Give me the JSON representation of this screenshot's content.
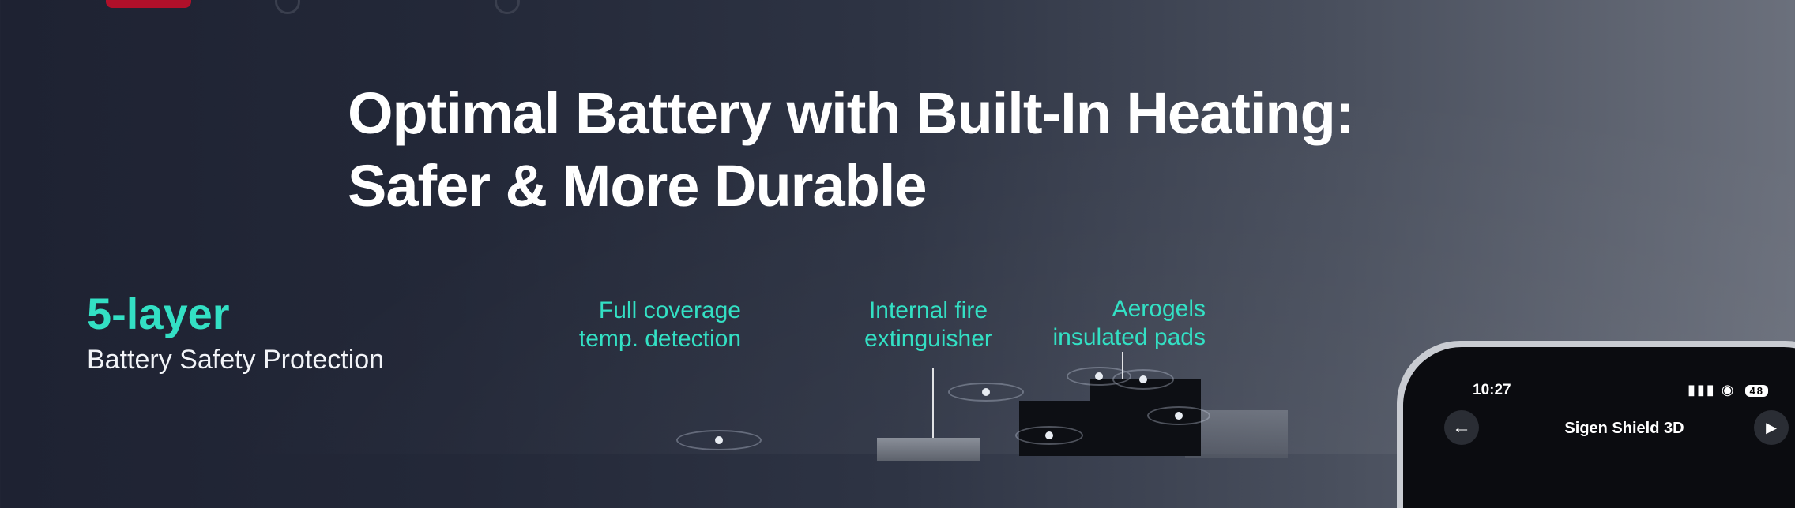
{
  "headline": {
    "line1": "Optimal Battery with Built-In Heating:",
    "line2": "Safer & More Durable"
  },
  "feature": {
    "big": "5-layer",
    "sub": "Battery Safety Protection"
  },
  "callouts": {
    "temp": {
      "line1": "Full coverage",
      "line2": "temp. detection"
    },
    "fire": {
      "line1": "Internal fire",
      "line2": "extinguisher"
    },
    "aerogel": {
      "line1": "Aerogels",
      "line2": "insulated pads"
    }
  },
  "phone": {
    "time": "10:27",
    "battery": "48",
    "title": "Sigen Shield 3D"
  },
  "colors": {
    "accent": "#33e0c4",
    "brand_tab": "#b0102a"
  },
  "icons": {
    "back": "arrow-left-icon",
    "play": "play-icon",
    "signal": "signal-icon",
    "wifi": "wifi-icon"
  }
}
